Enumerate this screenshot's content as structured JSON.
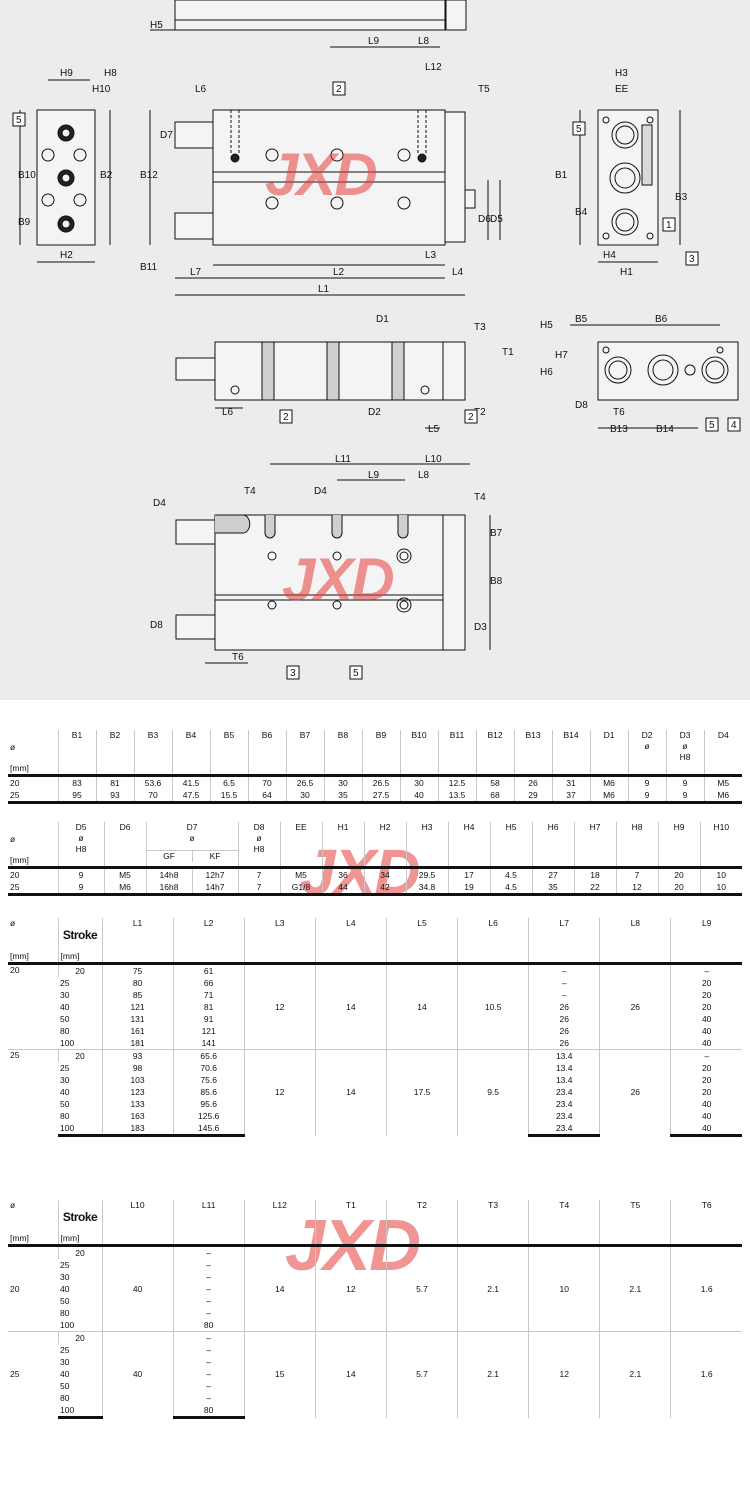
{
  "watermark": "JXD",
  "colors": {
    "drawing_bg": "#ececec",
    "watermark": "#e63c3c",
    "line": "#111111"
  },
  "drawing": {
    "labels": [
      "H5",
      "L9",
      "L8",
      "H9",
      "H8",
      "H10",
      "L6",
      "L12",
      "T5",
      "H3",
      "EE",
      "D7",
      "B10",
      "B2",
      "B12",
      "B9",
      "D6",
      "D5",
      "B11",
      "H2",
      "L7",
      "L2",
      "L3",
      "L4",
      "L1",
      "B1",
      "B4",
      "B3",
      "H4",
      "H1",
      "D1",
      "T3",
      "T1",
      "H5",
      "B5",
      "B6",
      "H7",
      "H6",
      "D8",
      "T6",
      "B13",
      "B14",
      "T2",
      "L6",
      "D2",
      "L5",
      "L11",
      "L10",
      "L9",
      "L8",
      "D4",
      "T4",
      "D4",
      "T4",
      "B7",
      "B8",
      "D8",
      "D3",
      "T6"
    ],
    "callouts": [
      "2",
      "5",
      "2",
      "2",
      "5",
      "1",
      "3",
      "5",
      "4",
      "3",
      "5"
    ]
  },
  "table1": {
    "headers": [
      "ø",
      "B1",
      "B2",
      "B3",
      "B4",
      "B5",
      "B6",
      "B7",
      "B8",
      "B9",
      "B10",
      "B11",
      "B12",
      "B13",
      "B14",
      "D1",
      "D2",
      "D3",
      "D4"
    ],
    "sub_headers": {
      "D2": "ø",
      "D3a": "ø",
      "D3b": "H8"
    },
    "unit": "[mm]",
    "rows": [
      [
        "20",
        "83",
        "81",
        "53.6",
        "41.5",
        "6.5",
        "70",
        "26.5",
        "30",
        "26.5",
        "30",
        "12.5",
        "58",
        "26",
        "31",
        "M6",
        "9",
        "9",
        "M5"
      ],
      [
        "25",
        "95",
        "93",
        "70",
        "47.5",
        "15.5",
        "64",
        "30",
        "35",
        "27.5",
        "40",
        "13.5",
        "68",
        "29",
        "37",
        "M6",
        "9",
        "9",
        "M6"
      ]
    ]
  },
  "table2": {
    "headers": [
      "ø",
      "D5",
      "D6",
      "D7",
      "D8",
      "EE",
      "H1",
      "H2",
      "H3",
      "H4",
      "H5",
      "H6",
      "H7",
      "H8",
      "H9",
      "H10"
    ],
    "d5_sub": [
      "ø",
      "H8"
    ],
    "d7_sub": [
      "ø",
      "GF",
      "KF"
    ],
    "d8_sub": [
      "ø",
      "H8"
    ],
    "unit": "[mm]",
    "rows": [
      [
        "20",
        "9",
        "M5",
        "14h8",
        "12h7",
        "7",
        "M5",
        "36",
        "34",
        "29.5",
        "17",
        "4.5",
        "27",
        "18",
        "7",
        "20",
        "10"
      ],
      [
        "25",
        "9",
        "M6",
        "16h8",
        "14h7",
        "7",
        "G1/8",
        "44",
        "42",
        "34.8",
        "19",
        "4.5",
        "35",
        "22",
        "12",
        "20",
        "10"
      ]
    ]
  },
  "table3": {
    "headers": [
      "ø",
      "Stroke",
      "L1",
      "L2",
      "L3",
      "L4",
      "L5",
      "L6",
      "L7",
      "L8",
      "L9"
    ],
    "unit": "[mm]",
    "groups": [
      {
        "dia": "20",
        "L3": "12",
        "L4": "14",
        "L5": "14",
        "L6": "10.5",
        "L8": "26",
        "rows": [
          [
            "20",
            "75",
            "61",
            "–",
            "–"
          ],
          [
            "25",
            "80",
            "66",
            "–",
            "20"
          ],
          [
            "30",
            "85",
            "71",
            "–",
            "20"
          ],
          [
            "40",
            "121",
            "81",
            "26",
            "20"
          ],
          [
            "50",
            "131",
            "91",
            "26",
            "40"
          ],
          [
            "80",
            "161",
            "121",
            "26",
            "40"
          ],
          [
            "100",
            "181",
            "141",
            "26",
            "40"
          ]
        ]
      },
      {
        "dia": "25",
        "L3": "12",
        "L4": "14",
        "L5": "17.5",
        "L6": "9.5",
        "L8": "26",
        "rows": [
          [
            "20",
            "93",
            "65.6",
            "13.4",
            "–"
          ],
          [
            "25",
            "98",
            "70.6",
            "13.4",
            "20"
          ],
          [
            "30",
            "103",
            "75.6",
            "13.4",
            "20"
          ],
          [
            "40",
            "123",
            "85.6",
            "23.4",
            "20"
          ],
          [
            "50",
            "133",
            "95.6",
            "23.4",
            "40"
          ],
          [
            "80",
            "163",
            "125.6",
            "23.4",
            "40"
          ],
          [
            "100",
            "183",
            "145.6",
            "23.4",
            "40"
          ]
        ]
      }
    ]
  },
  "table4": {
    "headers": [
      "ø",
      "Stroke",
      "L10",
      "L11",
      "L12",
      "T1",
      "T2",
      "T3",
      "T4",
      "T5",
      "T6"
    ],
    "unit": "[mm]",
    "groups": [
      {
        "dia": "20",
        "L10": "40",
        "L12": "14",
        "T1": "12",
        "T2": "5.7",
        "T3": "2.1",
        "T4": "10",
        "T5": "2.1",
        "T6": "1.6",
        "rows": [
          [
            "20",
            "–"
          ],
          [
            "25",
            "–"
          ],
          [
            "30",
            "–"
          ],
          [
            "40",
            "–"
          ],
          [
            "50",
            "–"
          ],
          [
            "80",
            "–"
          ],
          [
            "100",
            "80"
          ]
        ]
      },
      {
        "dia": "25",
        "L10": "40",
        "L12": "15",
        "T1": "14",
        "T2": "5.7",
        "T3": "2.1",
        "T4": "12",
        "T5": "2.1",
        "T6": "1.6",
        "rows": [
          [
            "20",
            "–"
          ],
          [
            "25",
            "–"
          ],
          [
            "30",
            "–"
          ],
          [
            "40",
            "–"
          ],
          [
            "50",
            "–"
          ],
          [
            "80",
            "–"
          ],
          [
            "100",
            "80"
          ]
        ]
      }
    ]
  }
}
